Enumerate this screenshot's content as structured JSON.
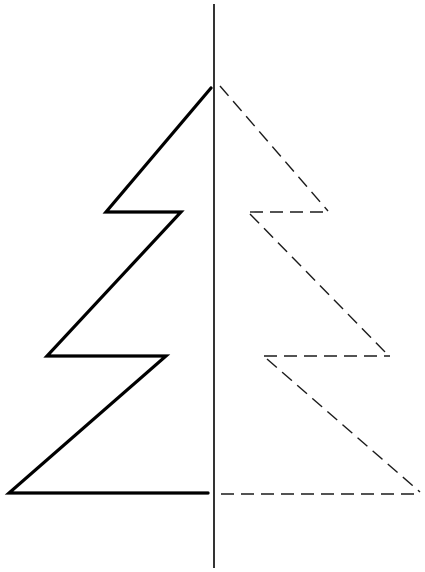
{
  "figure": {
    "subject": "symmetry-tree",
    "colors": {
      "background": "#ffffff",
      "solid_stroke": "#000000",
      "dashed_stroke": "#1a1a1a",
      "axis_stroke": "#000000"
    },
    "parts": {
      "left_half": "solid",
      "right_half": "dashed-mirror",
      "axis": "vertical-line-of-symmetry"
    }
  }
}
